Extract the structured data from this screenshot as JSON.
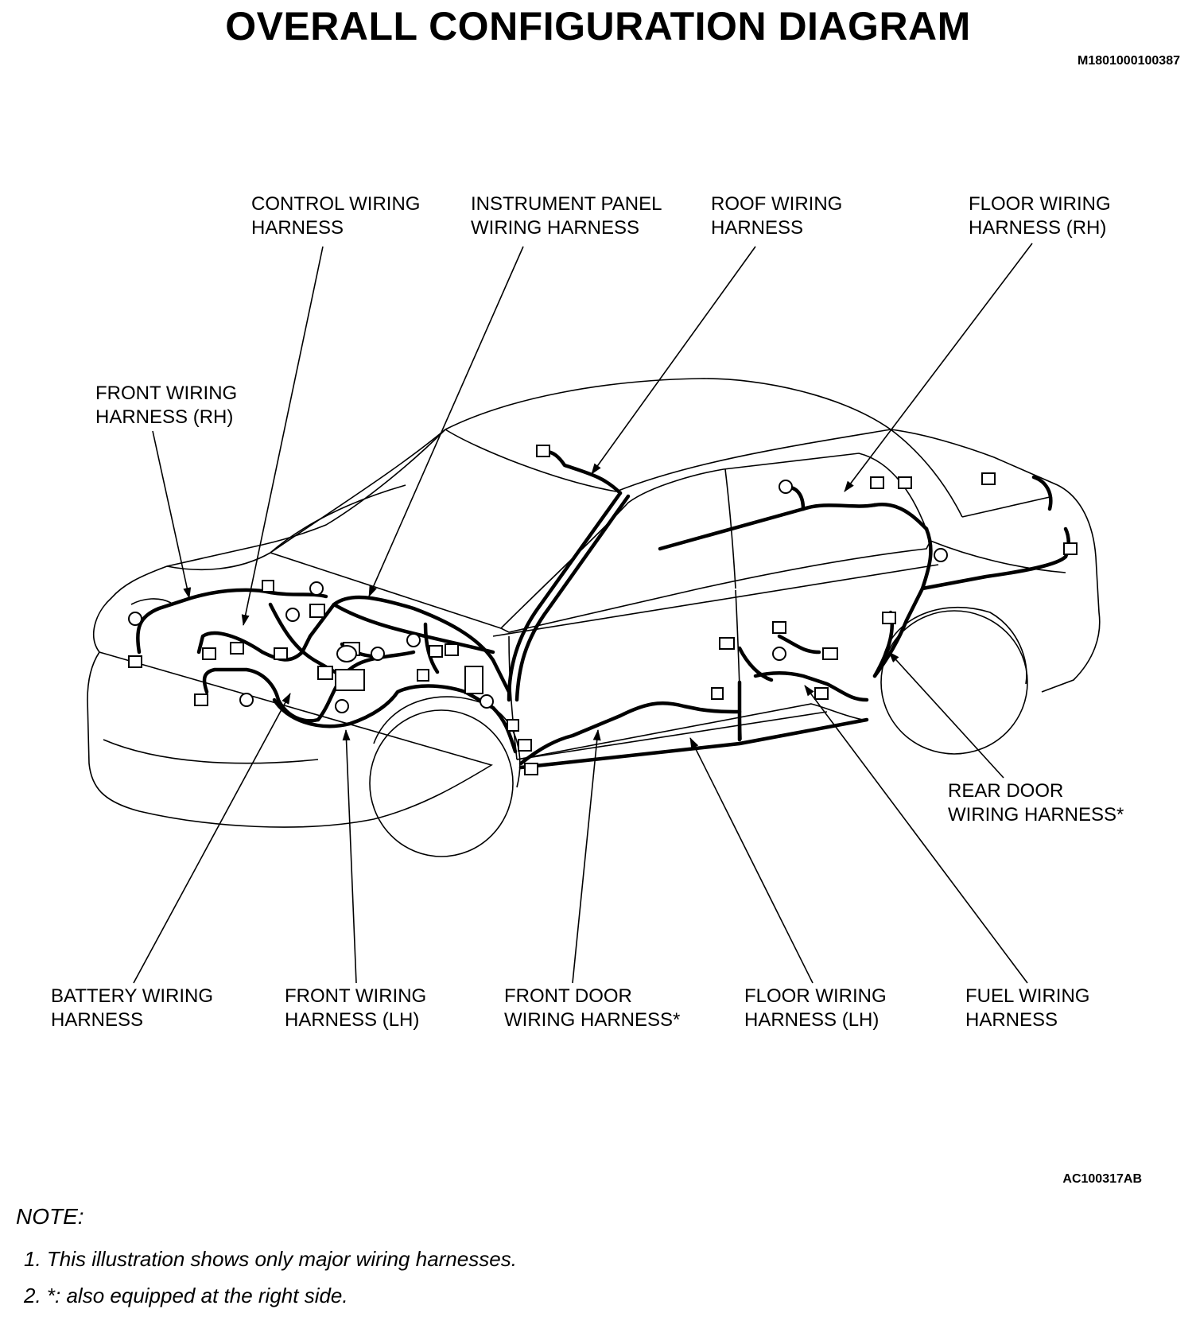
{
  "title": "OVERALL CONFIGURATION DIAGRAM",
  "doc_id": "M1801000100387",
  "figure_id": "AC100317AB",
  "labels": {
    "control": [
      "CONTROL WIRING",
      "HARNESS"
    ],
    "instrument": [
      "INSTRUMENT PANEL",
      "WIRING HARNESS"
    ],
    "roof": [
      "ROOF WIRING",
      "HARNESS"
    ],
    "floor_rh": [
      "FLOOR WIRING",
      "HARNESS (RH)"
    ],
    "front_rh": [
      "FRONT WIRING",
      "HARNESS (RH)"
    ],
    "rear_door": [
      "REAR DOOR",
      "WIRING HARNESS*"
    ],
    "battery": [
      "BATTERY WIRING",
      "HARNESS"
    ],
    "front_lh": [
      "FRONT WIRING",
      "HARNESS (LH)"
    ],
    "front_door": [
      "FRONT DOOR",
      "WIRING HARNESS*"
    ],
    "floor_lh": [
      "FLOOR WIRING",
      "HARNESS (LH)"
    ],
    "fuel": [
      "FUEL WIRING",
      "HARNESS"
    ]
  },
  "note": {
    "title": "NOTE:",
    "items": [
      "1.  This illustration shows only major wiring harnesses.",
      "2.  *: also equipped at the right side."
    ]
  }
}
